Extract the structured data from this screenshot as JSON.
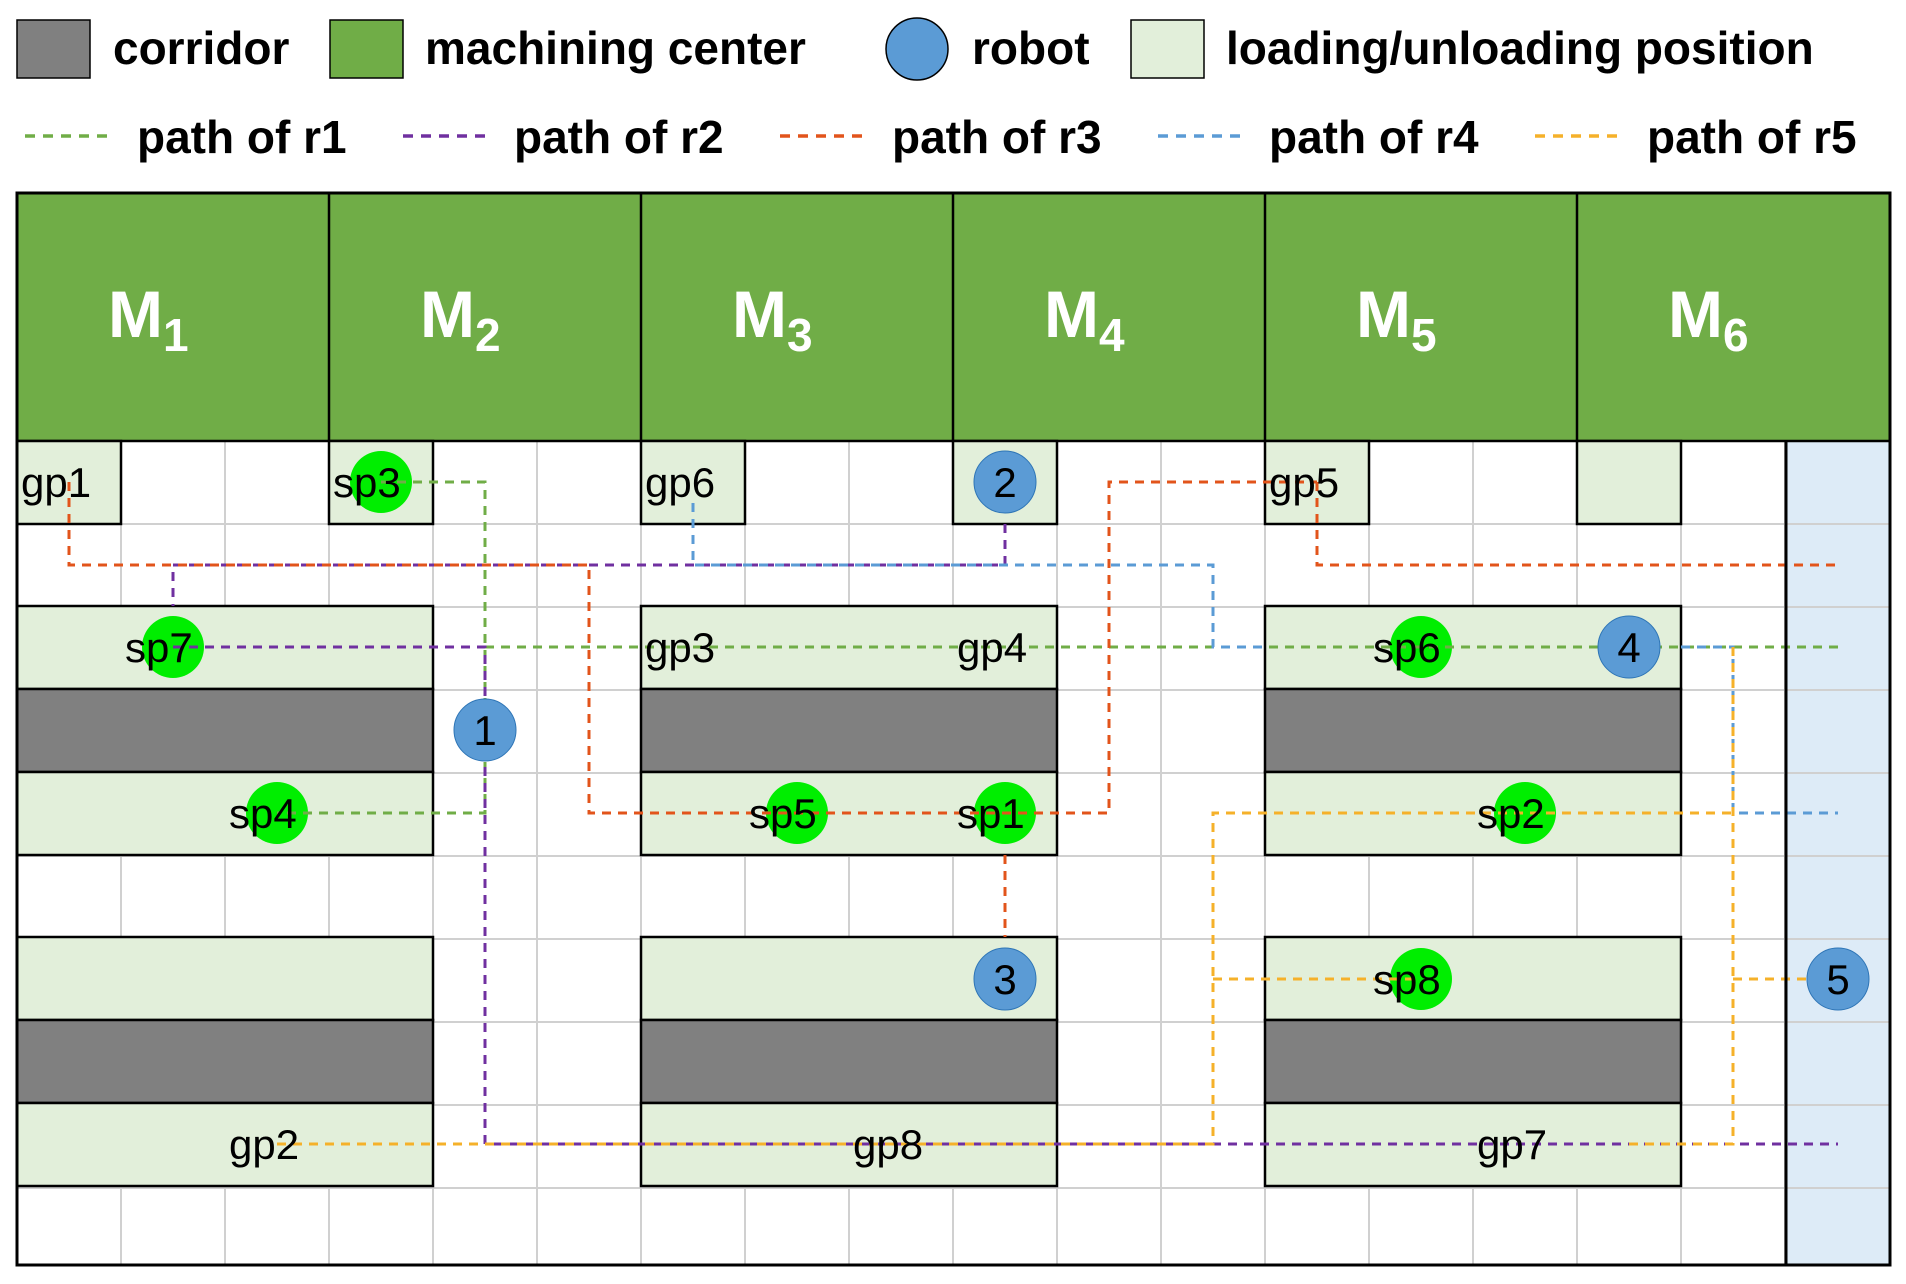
{
  "legend": {
    "row1": [
      {
        "key": "corridor",
        "label": "corridor",
        "color": "#808080"
      },
      {
        "key": "machining",
        "label": "machining center",
        "color": "#70AD47"
      },
      {
        "key": "robot",
        "label": "robot",
        "color": "#5B9BD5"
      },
      {
        "key": "loading",
        "label": "loading/unloading position",
        "color": "#E2EFDA"
      }
    ],
    "row2": [
      {
        "key": "r1",
        "label": "path of r1",
        "color": "#70AD47"
      },
      {
        "key": "r2",
        "label": "path of r2",
        "color": "#7030A0"
      },
      {
        "key": "r3",
        "label": "path of r3",
        "color": "#E2541B"
      },
      {
        "key": "r4",
        "label": "path of r4",
        "color": "#5B9BD5"
      },
      {
        "key": "r5",
        "label": "path of r5",
        "color": "#F5B12A"
      }
    ]
  },
  "machines": [
    {
      "name": "M",
      "sub": "1"
    },
    {
      "name": "M",
      "sub": "2"
    },
    {
      "name": "M",
      "sub": "3"
    },
    {
      "name": "M",
      "sub": "4"
    },
    {
      "name": "M",
      "sub": "5"
    },
    {
      "name": "M",
      "sub": "6"
    }
  ],
  "positions": {
    "gp1": "gp1",
    "gp2": "gp2",
    "gp3": "gp3",
    "gp4": "gp4",
    "gp5": "gp5",
    "gp6": "gp6",
    "gp7": "gp7",
    "gp8": "gp8",
    "sp1": "sp1",
    "sp2": "sp2",
    "sp3": "sp3",
    "sp4": "sp4",
    "sp5": "sp5",
    "sp6": "sp6",
    "sp7": "sp7",
    "sp8": "sp8"
  },
  "robots": {
    "r1": "1",
    "r2": "2",
    "r3": "3",
    "r4": "4",
    "r5": "5"
  },
  "colors": {
    "grid": "#D0D0D0",
    "highlight_column": "#DDEBF7",
    "sp_marker": "#00EE00"
  }
}
